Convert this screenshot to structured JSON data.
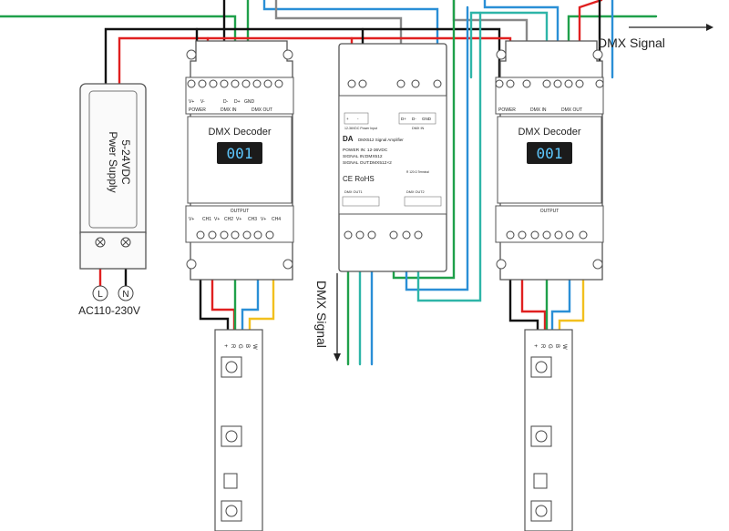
{
  "power_supply": {
    "name": "Pwer Supply",
    "voltage": "5-24VDC",
    "mains": "AC110-230V",
    "terminal_live": "L",
    "terminal_neutral": "N"
  },
  "decoder": {
    "title": "DMX Decoder",
    "display_value": "001",
    "label_v_plus": "V+",
    "label_v_minus": "V-",
    "label_power": "POWER",
    "label_d_minus": "D-",
    "label_d_plus": "D+",
    "label_gnd": "GND",
    "label_dmx_in": "DMX IN",
    "label_dmx_out": "DMX OUT",
    "label_output": "OUTPUT",
    "out_pins": [
      "V+",
      "CH1",
      "V+",
      "CH2",
      "V+",
      "CH3",
      "V+",
      "CH4"
    ]
  },
  "amplifier": {
    "model": "DA",
    "model_desc": "DMX512 Signal Amplifier",
    "spec_power": "POWER IN: 12-36VDC",
    "spec_signal_in": "SIGNAL IN:DMX512",
    "spec_signal_out": "SIGNAL OUT:DMX512×2",
    "power_input_label": "12-36VDC Power Input",
    "dmx_in_label": "DMX IN",
    "pin_plus": "+",
    "pin_minus": "-",
    "pin_d_plus": "D+",
    "pin_d_minus": "D-",
    "pin_gnd": "GND",
    "switch_label": "R 120 Ω Terminal",
    "cert": "CE RoHS",
    "dmx_out1": "DMX OUT1",
    "dmx_out2": "DMX OUT2"
  },
  "signals": {
    "dmx_signal_top": "DMX Signal",
    "dmx_signal_middle": "DMX Signal"
  },
  "strip": {
    "pins": [
      "+",
      "R",
      "G",
      "B",
      "W"
    ]
  },
  "colors": {
    "red": "#e02020",
    "black": "#111111",
    "green": "#1fa04a",
    "blue": "#2a8fd6",
    "yellow": "#f2c01e",
    "teal": "#2eb5a8",
    "outline": "#555555"
  }
}
